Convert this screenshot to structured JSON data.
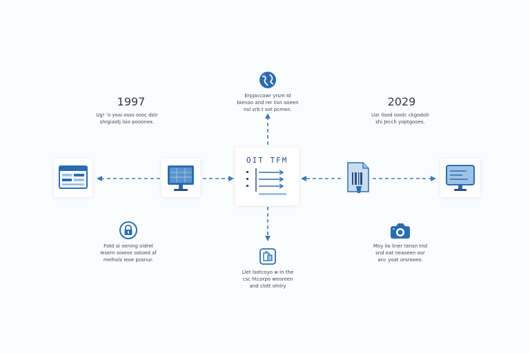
{
  "timeline": {
    "left_year": "1997",
    "right_year": "2029",
    "left_year_caption": "Ug! ’o yoai osss osoc dstr\nshrgiaotj lsio pooonex.",
    "right_year_caption": "Ua! lisod ooolc ckgodolr\nshi Jecch yoptgooes.",
    "top_caption": "Erpjaccowr yrsm Id\nbienoo and rer lisn ooeen\nnsl vrb t sot pcmen.",
    "bottom_left_caption": "Fotd ai oening oidrel\nlesern oixeoe ostoed af\nmelhxlz ieoe posnur.",
    "bottom_center_caption": "Llet lsotcoyo w in the\ncsc htcorpo weoreen\nand clott olniry",
    "bottom_right_caption": "Moy lio liner tensn tnd\nsnd eat neaseen oor\nanc yoat orsrooeo."
  },
  "center_node": {
    "title": "OIT TFM"
  },
  "icons": {
    "left_outer": "browser-window-icon",
    "left_inner": "desktop-monitor-icon",
    "center": "checklist-icon",
    "right_inner": "document-scan-icon",
    "right_outer": "monitor-display-icon",
    "top": "globe-icon",
    "bottom_left": "lock-badge-icon",
    "bottom_center": "clipboard-tablet-icon",
    "bottom_right": "camera-icon"
  },
  "colors": {
    "accent": "#2b6cb0",
    "accent_dark": "#2a4f80",
    "accent_light": "#9fc3e6",
    "arrow": "#3f78b5"
  }
}
